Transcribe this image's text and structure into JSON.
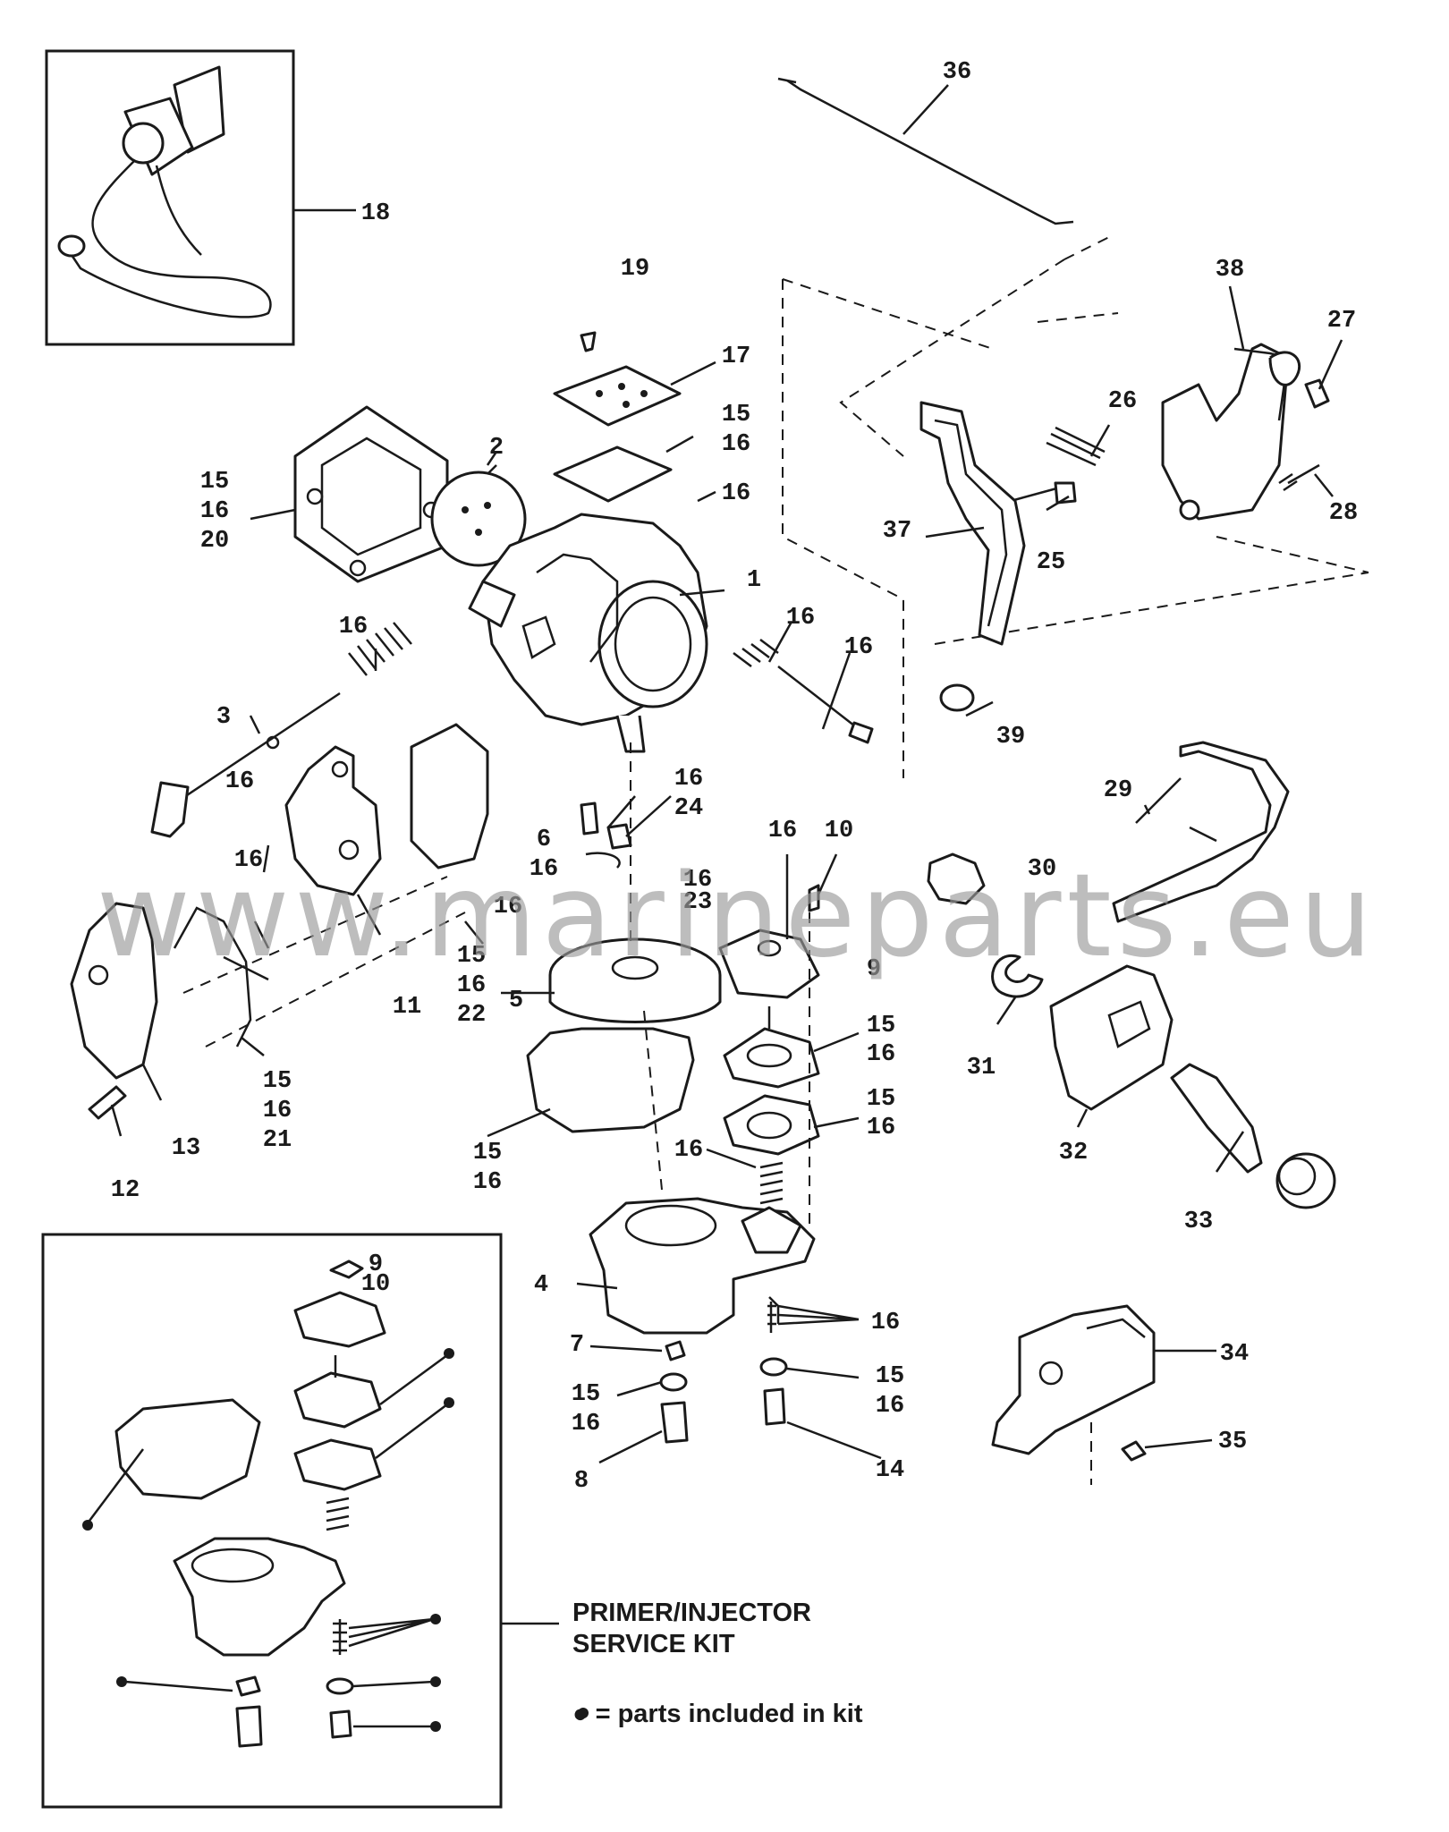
{
  "watermark": "www.marineparts.eu",
  "kit": {
    "title_line1": "PRIMER/INJECTOR",
    "title_line2": "SERVICE KIT",
    "legend": "● = parts included in kit"
  },
  "callouts": {
    "c1": "1",
    "c2": "2",
    "c3": "3",
    "c4": "4",
    "c5": "5",
    "c6": "6",
    "c7": "7",
    "c8": "8",
    "c9": "9",
    "c10": "10",
    "c11": "11",
    "c12": "12",
    "c13": "13",
    "c14": "14",
    "c15": "15",
    "c16": "16",
    "c17": "17",
    "c18": "18",
    "c19": "19",
    "c20": "20",
    "c21": "21",
    "c22": "22",
    "c23": "23",
    "c24": "24",
    "c25": "25",
    "c26": "26",
    "c27": "27",
    "c28": "28",
    "c29": "29",
    "c30": "30",
    "c31": "31",
    "c32": "32",
    "c33": "33",
    "c34": "34",
    "c35": "35",
    "c36": "36",
    "c37": "37",
    "c38": "38",
    "c39": "39",
    "kit_a": "9",
    "kit_b": "10"
  }
}
